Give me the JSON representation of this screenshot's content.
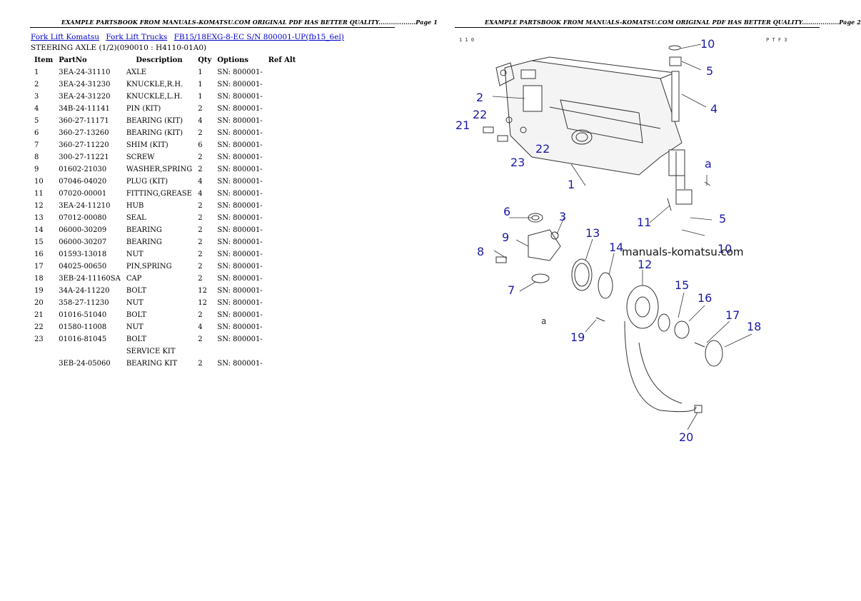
{
  "left_page": {
    "header": "EXAMPLE PARTSBOOK FROM MANUALS-KOMATSU.COM ORIGINAL PDF HAS BETTER QUALITY..................Page 1",
    "breadcrumbs": [
      "Fork Lift Komatsu",
      "Fork Lift Trucks",
      "FB15/18EXG-8-EC S/N 800001-UP(fb15_6el)"
    ],
    "subtitle": "STEERING AXLE (1/2)(090010 : H4110-01A0)",
    "columns": [
      "Item",
      "PartNo",
      "Description",
      "Qty",
      "Options",
      "Ref Alt"
    ],
    "rows": [
      {
        "item": "1",
        "part": "3EA-24-31110",
        "desc": "AXLE",
        "qty": "1",
        "opt": "SN: 800001-"
      },
      {
        "item": "2",
        "part": "3EA-24-31230",
        "desc": "KNUCKLE,R.H.",
        "qty": "1",
        "opt": "SN: 800001-"
      },
      {
        "item": "3",
        "part": "3EA-24-31220",
        "desc": "KNUCKLE,L.H.",
        "qty": "1",
        "opt": "SN: 800001-"
      },
      {
        "item": "4",
        "part": "34B-24-11141",
        "desc": "PIN (KIT)",
        "qty": "2",
        "opt": "SN: 800001-"
      },
      {
        "item": "5",
        "part": "360-27-11171",
        "desc": "BEARING (KIT)",
        "qty": "4",
        "opt": "SN: 800001-"
      },
      {
        "item": "6",
        "part": "360-27-13260",
        "desc": "BEARING (KIT)",
        "qty": "2",
        "opt": "SN: 800001-"
      },
      {
        "item": "7",
        "part": "360-27-11220",
        "desc": "SHIM (KIT)",
        "qty": "6",
        "opt": "SN: 800001-"
      },
      {
        "item": "8",
        "part": "300-27-11221",
        "desc": "SCREW",
        "qty": "2",
        "opt": "SN: 800001-"
      },
      {
        "item": "9",
        "part": "01602-21030",
        "desc": "WASHER,SPRING",
        "qty": "2",
        "opt": "SN: 800001-"
      },
      {
        "item": "10",
        "part": "07046-04020",
        "desc": "PLUG (KIT)",
        "qty": "4",
        "opt": "SN: 800001-"
      },
      {
        "item": "11",
        "part": "07020-00001",
        "desc": "FITTING,GREASE",
        "qty": "4",
        "opt": "SN: 800001-"
      },
      {
        "item": "12",
        "part": "3EA-24-11210",
        "desc": "HUB",
        "qty": "2",
        "opt": "SN: 800001-"
      },
      {
        "item": "13",
        "part": "07012-00080",
        "desc": "SEAL",
        "qty": "2",
        "opt": "SN: 800001-"
      },
      {
        "item": "14",
        "part": "06000-30209",
        "desc": "BEARING",
        "qty": "2",
        "opt": "SN: 800001-"
      },
      {
        "item": "15",
        "part": "06000-30207",
        "desc": "BEARING",
        "qty": "2",
        "opt": "SN: 800001-"
      },
      {
        "item": "16",
        "part": "01593-13018",
        "desc": "NUT",
        "qty": "2",
        "opt": "SN: 800001-"
      },
      {
        "item": "17",
        "part": "04025-00650",
        "desc": "PIN,SPRING",
        "qty": "2",
        "opt": "SN: 800001-"
      },
      {
        "item": "18",
        "part": "3EB-24-11160SA",
        "desc": "CAP",
        "qty": "2",
        "opt": "SN: 800001-"
      },
      {
        "item": "19",
        "part": "34A-24-11220",
        "desc": "BOLT",
        "qty": "12",
        "opt": "SN: 800001-"
      },
      {
        "item": "20",
        "part": "358-27-11230",
        "desc": "NUT",
        "qty": "12",
        "opt": "SN: 800001-"
      },
      {
        "item": "21",
        "part": "01016-51040",
        "desc": "BOLT",
        "qty": "2",
        "opt": "SN: 800001-"
      },
      {
        "item": "22",
        "part": "01580-11008",
        "desc": "NUT",
        "qty": "4",
        "opt": "SN: 800001-"
      },
      {
        "item": "23",
        "part": "01016-81045",
        "desc": "BOLT",
        "qty": "2",
        "opt": "SN: 800001-"
      },
      {
        "item": "",
        "part": "",
        "desc": "SERVICE KIT",
        "qty": "",
        "opt": ""
      },
      {
        "item": "",
        "part": "3EB-24-05060",
        "desc": "BEARING KIT",
        "qty": "2",
        "opt": "SN: 800001-"
      }
    ]
  },
  "right_page": {
    "header": "EXAMPLE PARTSBOOK FROM MANUALS-KOMATSU.COM ORIGINAL PDF HAS BETTER QUALITY..................Page 2",
    "corner_left": "1 1 0",
    "corner_right": "P T F 3",
    "watermark": "manuals-komatsu.com",
    "callouts": [
      "10",
      "5",
      "4",
      "2",
      "22",
      "21",
      "23",
      "22",
      "1",
      "a",
      "11",
      "5",
      "10",
      "6",
      "3",
      "9",
      "8",
      "13",
      "14",
      "12",
      "7",
      "a",
      "15",
      "16",
      "19",
      "17",
      "18",
      "20"
    ]
  },
  "colors": {
    "link": "#0000cc",
    "callout": "#1a1aa6"
  }
}
